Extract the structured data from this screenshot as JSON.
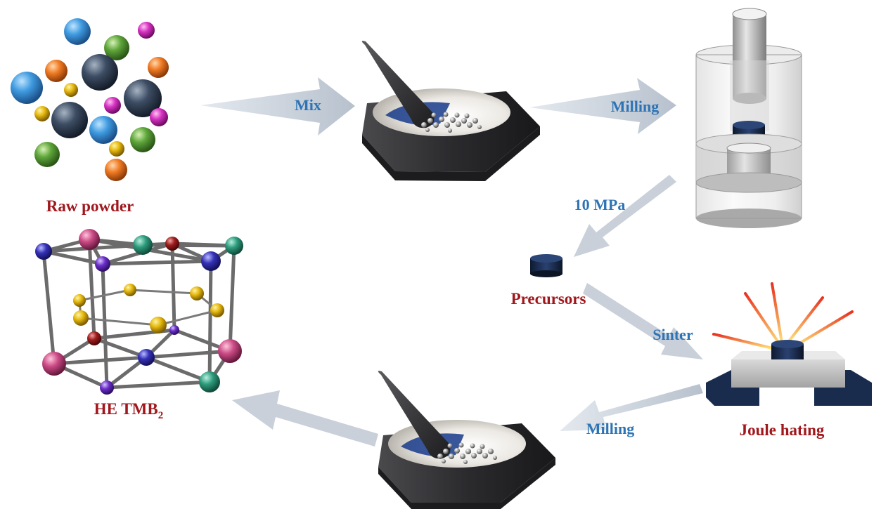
{
  "labels": {
    "raw_powder": "Raw powder",
    "mix": "Mix",
    "milling_top": "Milling",
    "pressure": "10 MPa",
    "precursors": "Precursors",
    "sinter": "Sinter",
    "joule": "Joule hating",
    "milling_bottom": "Milling",
    "product_main": "HE TMB",
    "product_sub": "2"
  },
  "colors": {
    "label_red": "#a0171d",
    "label_blue": "#2e74b5",
    "arrow": "#c4ccd6",
    "mortar": "#2a2a2c",
    "pellet": "#1a2c4e"
  }
}
